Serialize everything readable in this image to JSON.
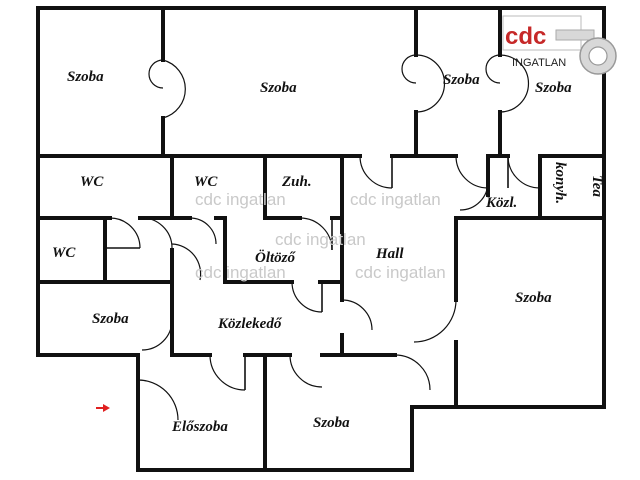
{
  "rooms": [
    {
      "id": "szoba-1",
      "label": "Szoba"
    },
    {
      "id": "szoba-2",
      "label": "Szoba"
    },
    {
      "id": "szoba-3",
      "label": "Szoba"
    },
    {
      "id": "szoba-4",
      "label": "Szoba"
    },
    {
      "id": "wc-1",
      "label": "WC"
    },
    {
      "id": "wc-2",
      "label": "WC"
    },
    {
      "id": "zuh",
      "label": "Zuh."
    },
    {
      "id": "kozl",
      "label": "Közl."
    },
    {
      "id": "teakonyha-1",
      "label": "Tea"
    },
    {
      "id": "teakonyha-2",
      "label": "konyh."
    },
    {
      "id": "wc-3",
      "label": "WC"
    },
    {
      "id": "oltozo",
      "label": "Öltöző"
    },
    {
      "id": "hall",
      "label": "Hall"
    },
    {
      "id": "szoba-5",
      "label": "Szoba"
    },
    {
      "id": "szoba-6",
      "label": "Szoba"
    },
    {
      "id": "kozlekedo",
      "label": "Közlekedő"
    },
    {
      "id": "eloszoba",
      "label": "Előszoba"
    },
    {
      "id": "szoba-7",
      "label": "Szoba"
    }
  ],
  "watermark": {
    "text": "cdc ingatlan"
  },
  "logo": {
    "brand": "cdc",
    "sub": "INGATLAN"
  },
  "colors": {
    "wall": "#111111",
    "window": "#7fbf7f",
    "entrance_arrow": "#e02020",
    "logo": "#c62828"
  }
}
